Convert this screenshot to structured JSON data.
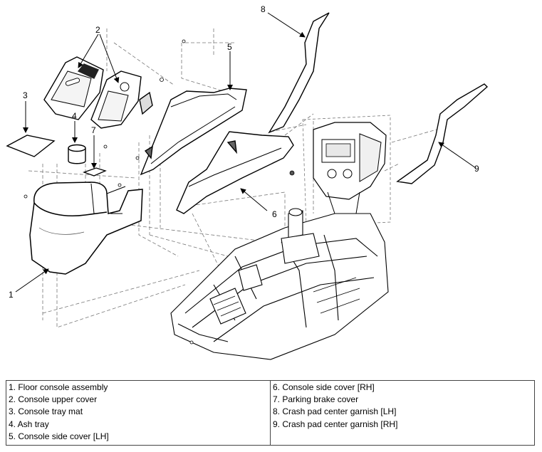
{
  "diagram": {
    "callouts": [
      "1",
      "2",
      "3",
      "4",
      "5",
      "6",
      "7",
      "8",
      "9"
    ]
  },
  "legend": {
    "left": [
      "1. Floor console assembly",
      "2. Console upper cover",
      "3. Console tray mat",
      "4. Ash tray",
      "5. Console side cover [LH]"
    ],
    "right": [
      "6. Console side cover [RH]",
      "7. Parking brake cover",
      "8. Crash pad center garnish [LH]",
      "9. Crash pad center garnish [RH]"
    ]
  }
}
